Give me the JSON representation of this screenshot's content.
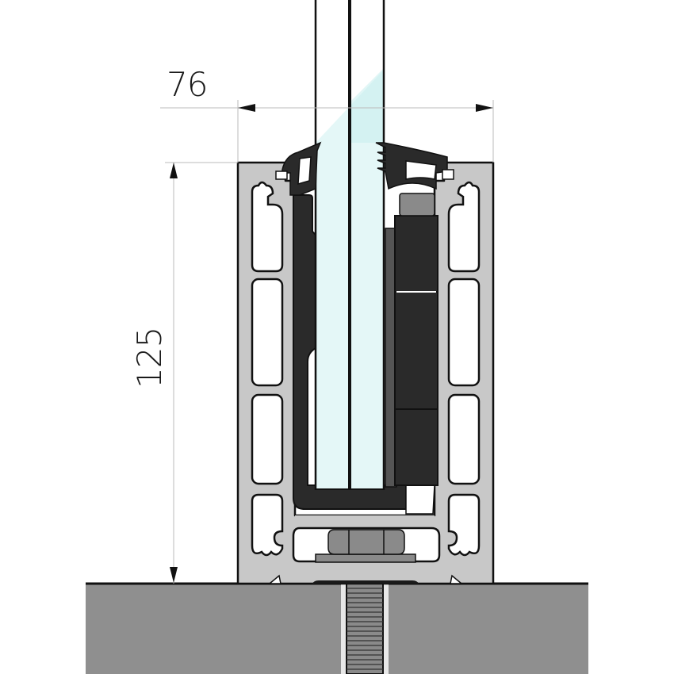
{
  "drawing": {
    "title": "Glass balustrade base profile cross-section",
    "dimensions": {
      "width": {
        "value": "76",
        "orientation": "horizontal"
      },
      "height": {
        "value": "125",
        "orientation": "vertical"
      }
    },
    "colors": {
      "profile": "#c8c8c8",
      "outline": "#111111",
      "gasket": "#2a2a2a",
      "glass": "#e4f7f7",
      "glass_highlight": "#c4eeee",
      "concrete": "#8f8f8f",
      "nut": "#8a8a8a",
      "dimension_line": "#bbbbbb"
    },
    "components": [
      "aluminium-profile",
      "laminated-glass-panel",
      "rubber-gasket-left",
      "rubber-gasket-right",
      "setting-blocks",
      "hex-nut",
      "washer-plate",
      "threaded-anchor-rod",
      "concrete-substrate"
    ]
  }
}
